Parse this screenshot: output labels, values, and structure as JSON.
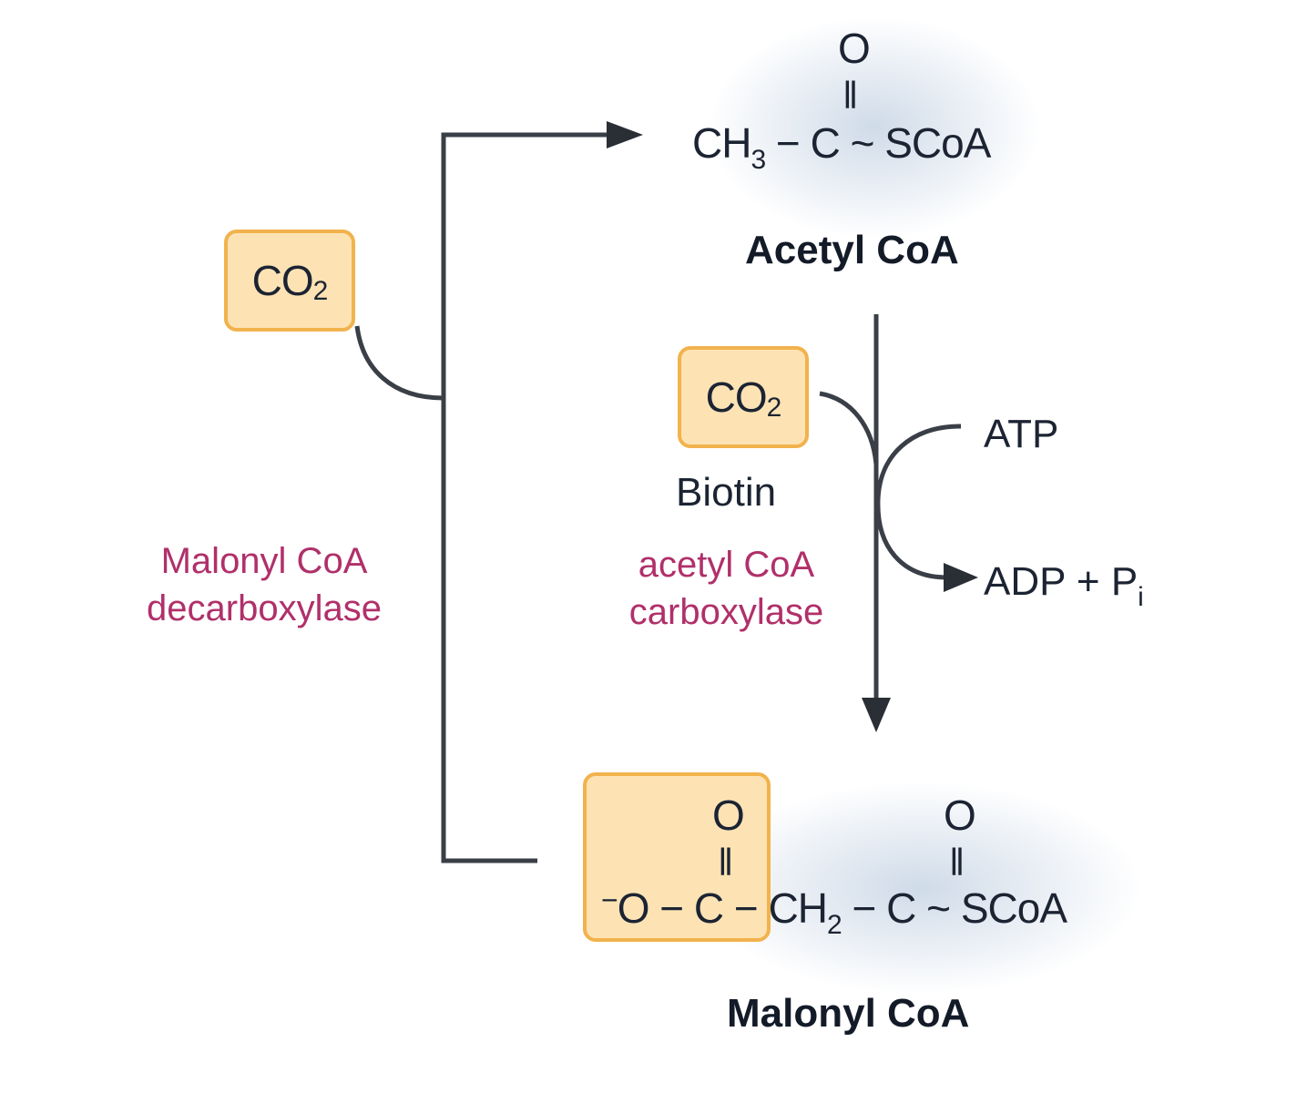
{
  "acetyl": {
    "name": "Acetyl CoA",
    "o": "O",
    "dbl": "‖",
    "ch": "CH",
    "sub": "3",
    "bond": "−",
    "c": "C",
    "tilde": "~",
    "scoa": "SCoA"
  },
  "malonyl": {
    "name": "Malonyl CoA",
    "o1": "O",
    "o2": "O",
    "dbl1": "‖",
    "dbl2": "‖",
    "minus": "−",
    "oa": "O",
    "bond1": "−",
    "c1": "C",
    "bond2": "−",
    "ch": "CH",
    "sub": "2",
    "bond3": "−",
    "c2": "C",
    "tilde": "~",
    "scoa": "SCoA"
  },
  "co2_left": {
    "main": "CO",
    "sub": "2"
  },
  "co2_right": {
    "main": "CO",
    "sub": "2"
  },
  "biotin": "Biotin",
  "enzyme_left": {
    "line1": "Malonyl CoA",
    "line2": "decarboxylase"
  },
  "enzyme_right": {
    "line1": "acetyl CoA",
    "line2": "carboxylase"
  },
  "atp": "ATP",
  "adp": {
    "text": "ADP + P",
    "sub": "i"
  },
  "colors": {
    "box_fill": "#fde3b4",
    "box_border": "#f2b24c",
    "enzyme_text": "#b0306a",
    "line": "#3a3f47"
  }
}
